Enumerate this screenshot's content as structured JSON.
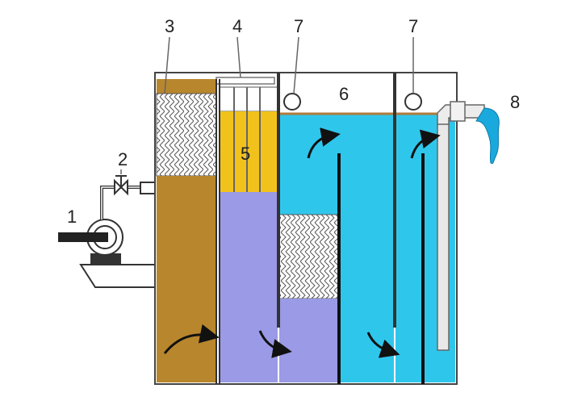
{
  "labels": {
    "pump": "1",
    "valve": "2",
    "filter_media": "3",
    "top_frame": "4",
    "media_zone": "5",
    "compartment": "6",
    "pipe_left": "7",
    "pipe_right": "7",
    "outlet": "8"
  },
  "colors": {
    "brown_water": "#b8862c",
    "violet_water": "#9a9ae6",
    "blue_water": "#2fc6ec",
    "yellow_media": "#f2c21c",
    "outlet_stream": "#1aa9dc",
    "arrows": "#111111"
  },
  "icons": [
    "pump-icon",
    "valve-icon",
    "flow-arrow-icon"
  ]
}
